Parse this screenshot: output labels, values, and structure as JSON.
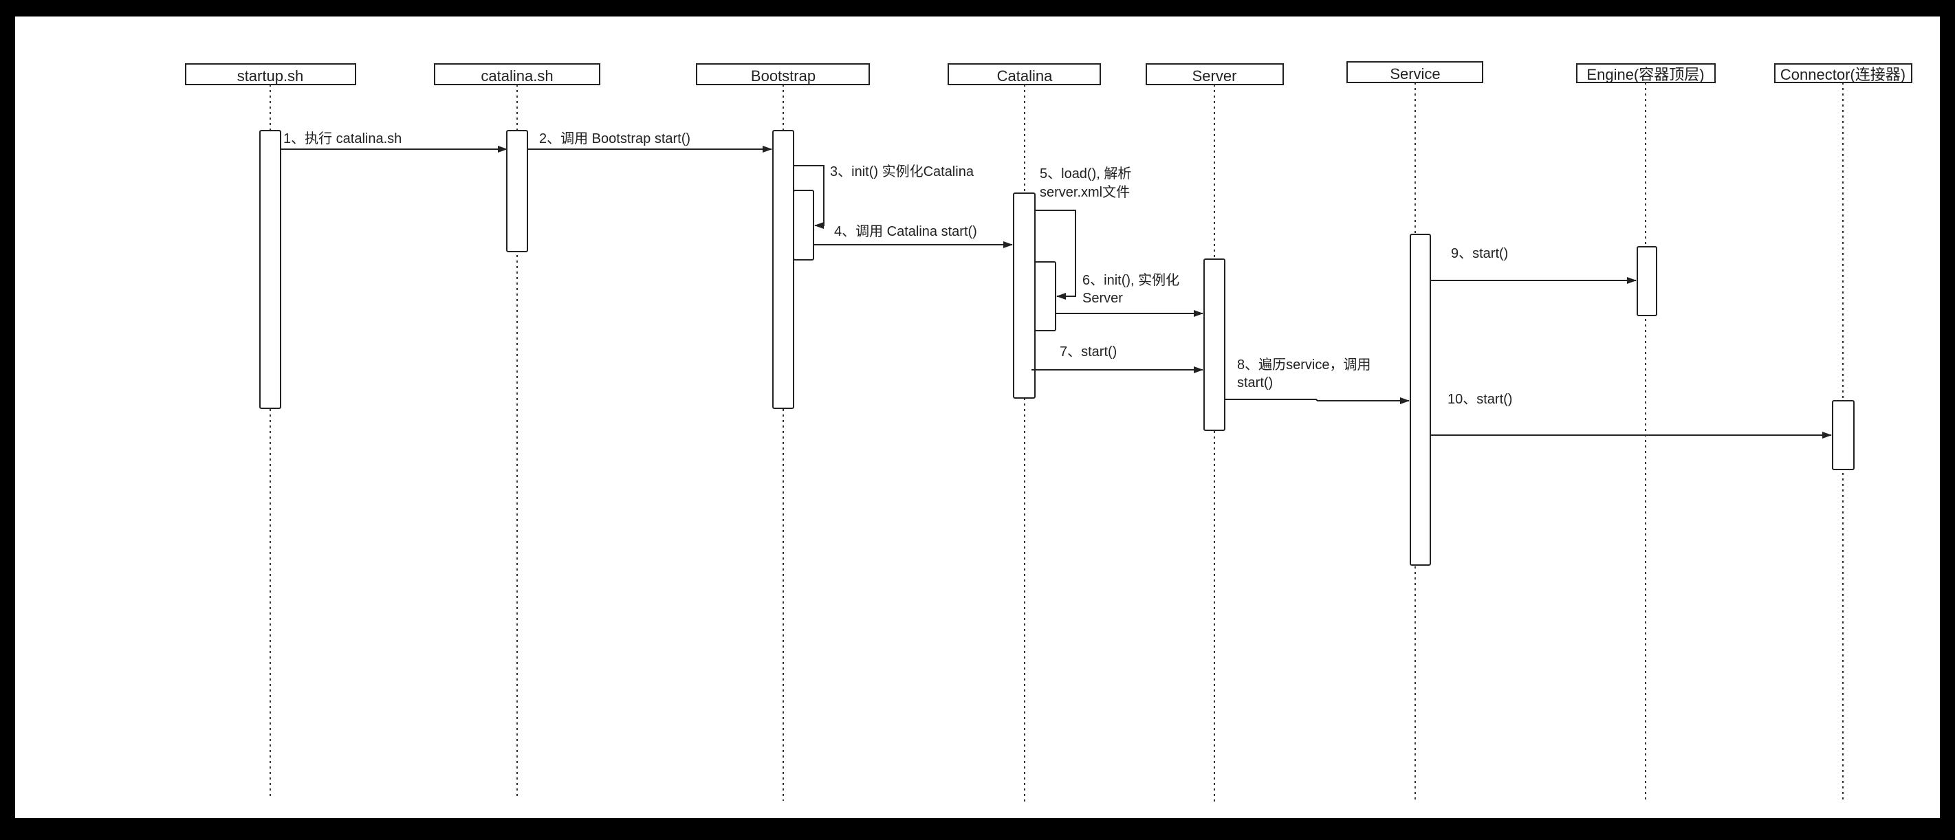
{
  "participants": [
    {
      "id": "startup",
      "label": "startup.sh"
    },
    {
      "id": "catalina_sh",
      "label": "catalina.sh"
    },
    {
      "id": "bootstrap",
      "label": "Bootstrap"
    },
    {
      "id": "catalina",
      "label": "Catalina"
    },
    {
      "id": "server",
      "label": "Server"
    },
    {
      "id": "service",
      "label": "Service"
    },
    {
      "id": "engine",
      "label": "Engine(容器顶层)"
    },
    {
      "id": "connector",
      "label": "Connector(连接器)"
    }
  ],
  "messages": [
    {
      "id": "m1",
      "lines": [
        "1、执行 catalina.sh"
      ]
    },
    {
      "id": "m2",
      "lines": [
        "2、调用 Bootstrap start()"
      ]
    },
    {
      "id": "m3",
      "lines": [
        "3、init() 实例化Catalina"
      ]
    },
    {
      "id": "m4",
      "lines": [
        "4、调用 Catalina start()"
      ]
    },
    {
      "id": "m5",
      "lines": [
        "5、load(), 解析",
        "server.xml文件"
      ]
    },
    {
      "id": "m6",
      "lines": [
        "6、init(), 实例化",
        "Server"
      ]
    },
    {
      "id": "m7",
      "lines": [
        "7、start()"
      ]
    },
    {
      "id": "m8",
      "lines": [
        "8、遍历service，调用",
        "start()"
      ]
    },
    {
      "id": "m9",
      "lines": [
        "9、start()"
      ]
    },
    {
      "id": "m10",
      "lines": [
        "10、start()"
      ]
    }
  ],
  "colors": {
    "frame": "#000000",
    "canvas": "#ffffff",
    "ink": "#222222"
  }
}
